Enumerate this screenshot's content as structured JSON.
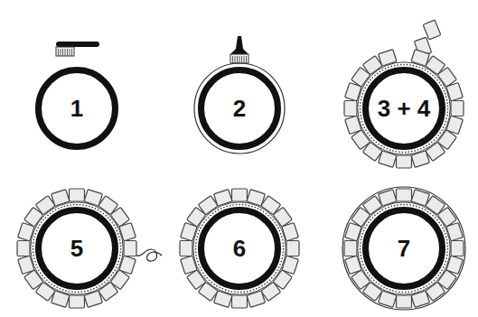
{
  "diagram": {
    "nodes": [
      {
        "text": [
          "1"
        ]
      },
      {
        "text": [
          "2"
        ]
      },
      {
        "text": [
          "3 + 4"
        ]
      },
      {
        "text": [
          "5"
        ]
      },
      {
        "text": [
          "6"
        ]
      },
      {
        "text": [
          "7"
        ]
      }
    ]
  }
}
